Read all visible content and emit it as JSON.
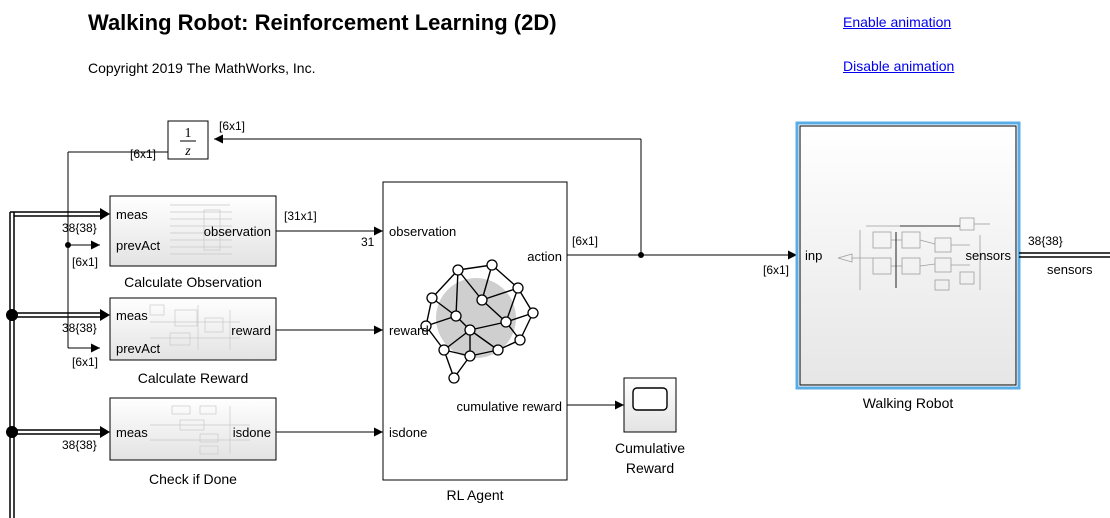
{
  "header": {
    "title": "Walking Robot: Reinforcement Learning (2D)",
    "copyright": "Copyright 2019 The MathWorks, Inc.",
    "enable_animation": "Enable animation",
    "disable_animation": "Disable animation"
  },
  "colors": {
    "selected_border": "#5aaee8",
    "line": "#000000",
    "link": "#0000ee",
    "block_gradient_top": "#ffffff",
    "block_gradient_bottom": "#e3e3e3"
  },
  "delay_block": {
    "numerator": "1",
    "denominator": "z",
    "in_dim": "[6x1]",
    "out_dim": "[6x1]"
  },
  "calc_obs": {
    "name": "Calculate Observation",
    "in1": "meas",
    "in2": "prevAct",
    "out": "observation",
    "in1_dim": "38{38}",
    "in2_dim": "[6x1]",
    "out_dim": "[31x1]"
  },
  "calc_reward": {
    "name": "Calculate Reward",
    "in1": "meas",
    "in2": "prevAct",
    "out": "reward",
    "in1_dim": "38{38}",
    "in2_dim": "[6x1]"
  },
  "check_done": {
    "name": "Check if Done",
    "in1": "meas",
    "out": "isdone",
    "in1_dim": "38{38}"
  },
  "rl_agent": {
    "name": "RL Agent",
    "in1": "observation",
    "in2": "reward",
    "in3": "isdone",
    "out1": "action",
    "out2": "cumulative reward",
    "in1_width": "31",
    "out1_dim": "[6x1]"
  },
  "scope": {
    "name_line1": "Cumulative",
    "name_line2": "Reward"
  },
  "robot": {
    "name": "Walking Robot",
    "in1": "inp",
    "out1": "sensors",
    "in_dim": "[6x1]",
    "out_dim": "38{38}",
    "out_signal": "sensors"
  }
}
